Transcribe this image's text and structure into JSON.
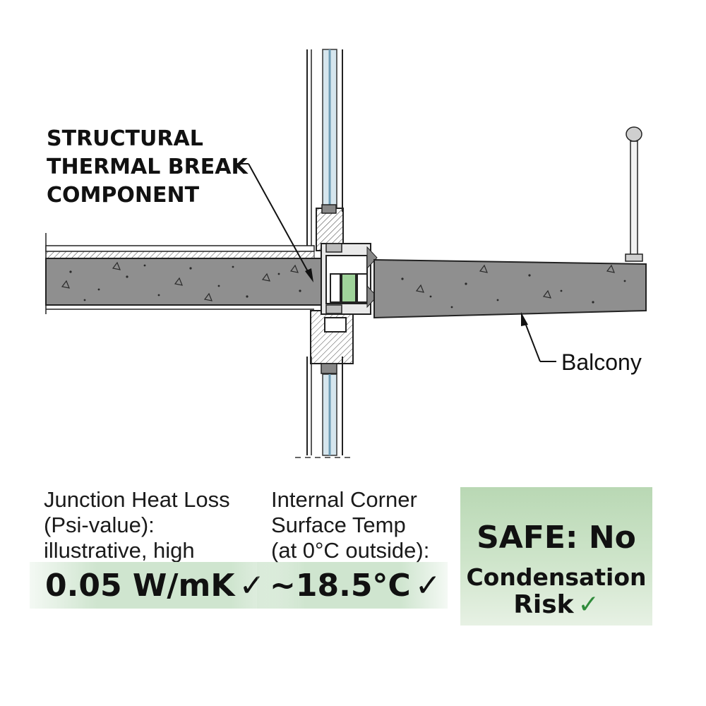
{
  "diagram": {
    "callout_thermal_break": [
      "STRUCTURAL",
      "THERMAL BREAK",
      "COMPONENT"
    ],
    "callout_balcony": "Balcony"
  },
  "metrics": {
    "heat_loss": {
      "description": [
        "Junction Heat Loss",
        "(Psi-value):",
        "illustrative, high"
      ],
      "value": "0.05 W/mK",
      "check": "✓"
    },
    "surface_temp": {
      "description": [
        "Internal Corner",
        "Surface Temp",
        "(at 0°C outside):"
      ],
      "value": "~18.5°C",
      "check": "✓"
    }
  },
  "verdict": {
    "title": "SAFE: No",
    "line2": "Condensation",
    "line3": "Risk",
    "check": "✓"
  },
  "colors": {
    "concrete": "#8f8f8f",
    "insulation_green": "#9fd39a",
    "badge_green": "#cfe5cf",
    "check_green": "#2e8b3a",
    "glass_blue": "#a9c8d8"
  }
}
